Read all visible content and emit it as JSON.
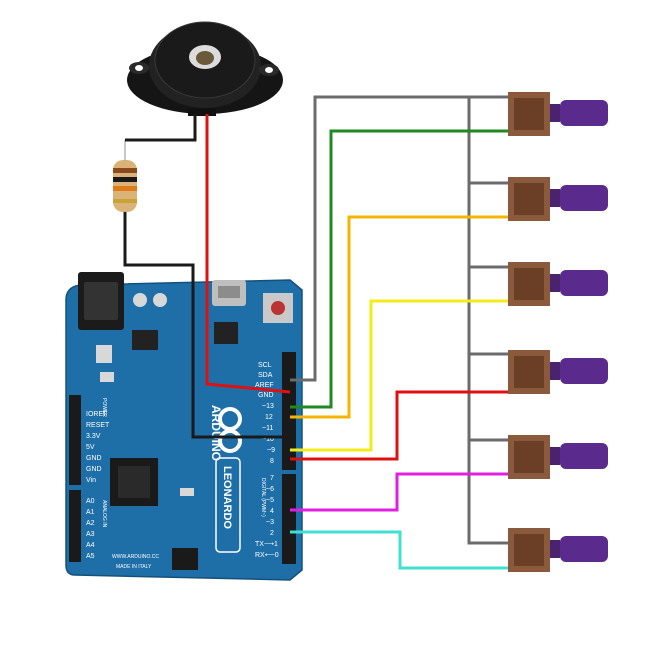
{
  "board": {
    "brand": "ARDUINO",
    "model": "LEONARDO",
    "url": "WWW.ARDUINO.CC",
    "made_in": "MADE IN ITALY",
    "digital_label": "DIGITAL (PWM~)",
    "power_label": "POWER",
    "analog_label": "ANALOG IN",
    "header_right": [
      "SCL",
      "SDA",
      "AREF",
      "GND",
      "~13",
      "12",
      "~11",
      "~10",
      "~9",
      "8",
      "7",
      "~6",
      "~5",
      "4",
      "~3",
      "2",
      "TX⟶1",
      "RX⟵0"
    ],
    "header_left": [
      "IOREF",
      "RESET",
      "3.3V",
      "5V",
      "GND",
      "GND",
      "Vin"
    ],
    "header_analog": [
      "A0",
      "A1",
      "A2",
      "A3",
      "A4",
      "A5"
    ]
  },
  "colors": {
    "board": "#1e6fa8",
    "wire_gray": "#6b6b6b",
    "wire_black": "#1a1a1a",
    "wire_red": "#e01010",
    "wire_green": "#1f8a1f",
    "wire_orange": "#f5b400",
    "wire_yellow": "#f2ec1a",
    "wire_magenta": "#e020e0",
    "wire_cyan": "#40e0d0",
    "pot_knob": "#5a2b8c",
    "pot_body": "#8b5a3c"
  }
}
